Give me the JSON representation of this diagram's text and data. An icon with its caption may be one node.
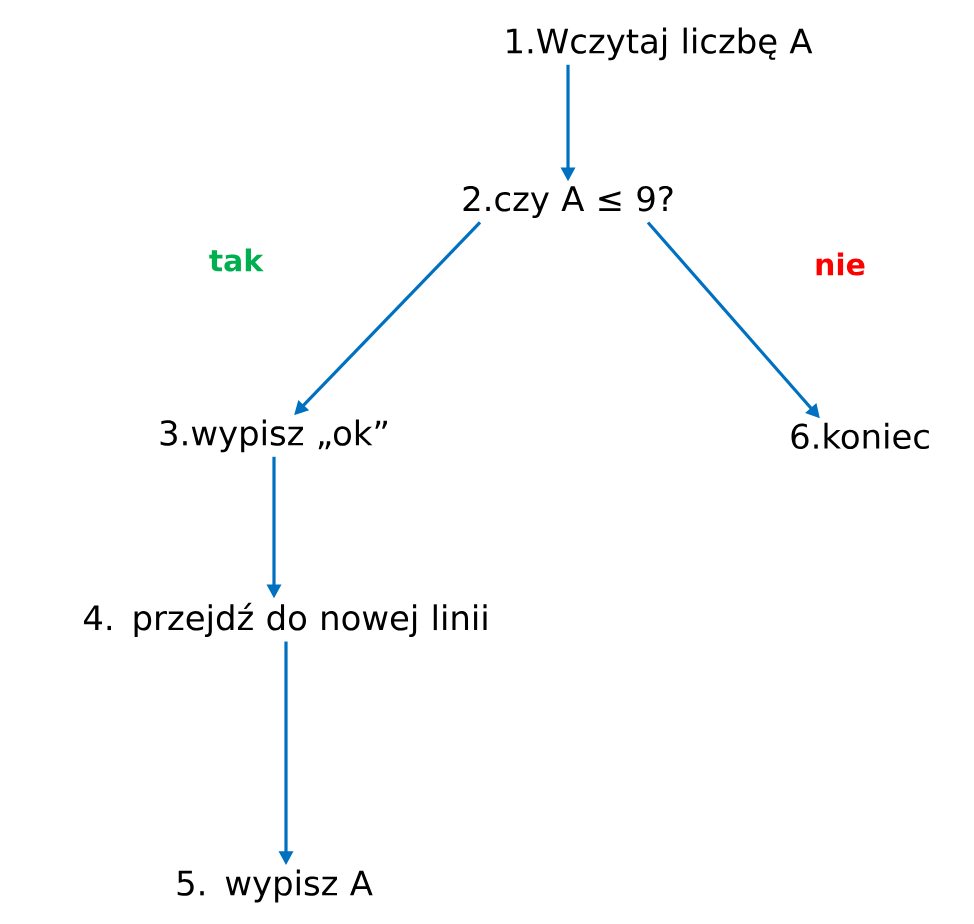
{
  "diagram": {
    "nodes": [
      {
        "text": [
          "1.Wczytaj liczbę A"
        ]
      },
      {
        "text": [
          "2.czy A ≤ 9?"
        ]
      },
      {
        "text": [
          "3.wypisz „ok”"
        ]
      },
      {
        "text": [
          "6.koniec"
        ]
      },
      {
        "text": [
          "4. przejdź do nowej linii"
        ]
      },
      {
        "text": [
          "5. wypisz A"
        ]
      }
    ],
    "edges": [
      {
        "from": 0,
        "to": 1,
        "arrow": "to"
      },
      {
        "from": 1,
        "to": 2,
        "arrow": "to",
        "label": "tak"
      },
      {
        "from": 1,
        "to": 3,
        "arrow": "to",
        "label": "nie"
      },
      {
        "from": 2,
        "to": 4,
        "arrow": "to"
      },
      {
        "from": 4,
        "to": 5,
        "arrow": "to"
      }
    ]
  }
}
